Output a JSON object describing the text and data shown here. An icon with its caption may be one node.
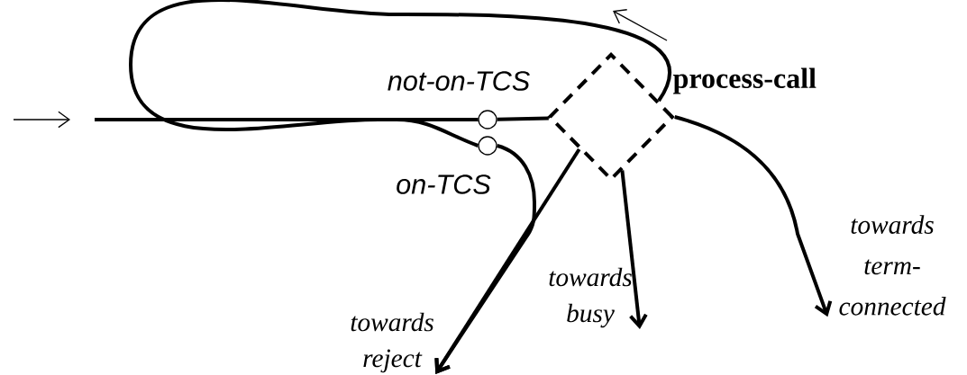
{
  "diagram": {
    "nodes": [
      {
        "text": [
          "process-call"
        ]
      },
      {
        "text": [],
        "shape": "circle",
        "beside": [
          "not-on-TCS"
        ]
      },
      {
        "text": [],
        "shape": "circle",
        "beside": [
          "on-TCS"
        ]
      },
      {
        "text": [
          "towards reject"
        ]
      },
      {
        "text": [
          "towards busy"
        ]
      },
      {
        "text": [
          "towards term-connected"
        ]
      }
    ],
    "edges": [
      {
        "from": null,
        "to": 1,
        "arrow": "none"
      },
      {
        "from": null,
        "to": 2,
        "arrow": "none"
      },
      {
        "from": 0,
        "to": 1,
        "arrow": "none"
      },
      {
        "from": 1,
        "to": 0,
        "arrow": "none"
      },
      {
        "from": 2,
        "to": 3,
        "arrow": "to"
      },
      {
        "from": 0,
        "to": 3,
        "arrow": "to"
      },
      {
        "from": 0,
        "to": 4,
        "arrow": "to"
      },
      {
        "from": 0,
        "to": 5,
        "arrow": "to"
      }
    ]
  }
}
